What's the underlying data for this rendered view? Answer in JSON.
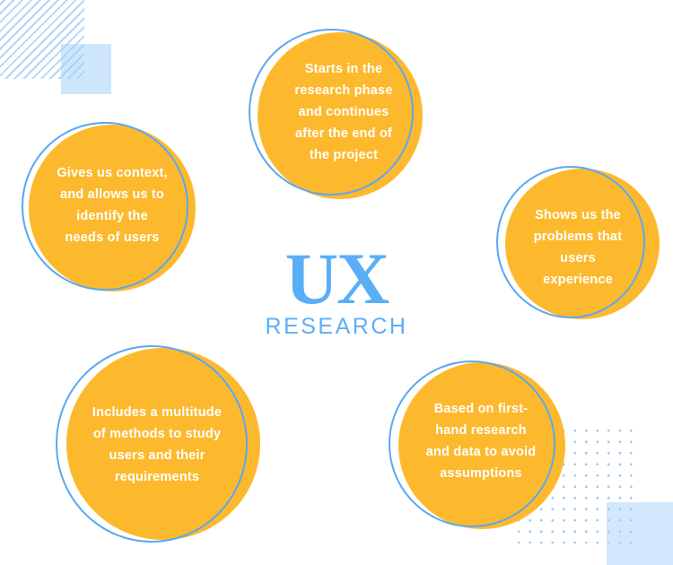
{
  "center": {
    "title": "UX",
    "subtitle": "RESEARCH"
  },
  "colors": {
    "circle_fill": "#FDB92E",
    "ring": "#5AA8F0",
    "title": "#5AAEF7",
    "accent_shape": "#A5D2FA"
  },
  "nodes": [
    {
      "id": "top",
      "text": "Starts in the research phase and continues after the end of the project"
    },
    {
      "id": "left",
      "text": "Gives us context, and allows us to identify the needs of users"
    },
    {
      "id": "right",
      "text": "Shows us the problems that users experience"
    },
    {
      "id": "bottom-left",
      "text": "Includes a multitude of methods to study users and their requirements"
    },
    {
      "id": "bottom-right",
      "text": "Based on first-hand research and data to avoid assumptions"
    }
  ]
}
